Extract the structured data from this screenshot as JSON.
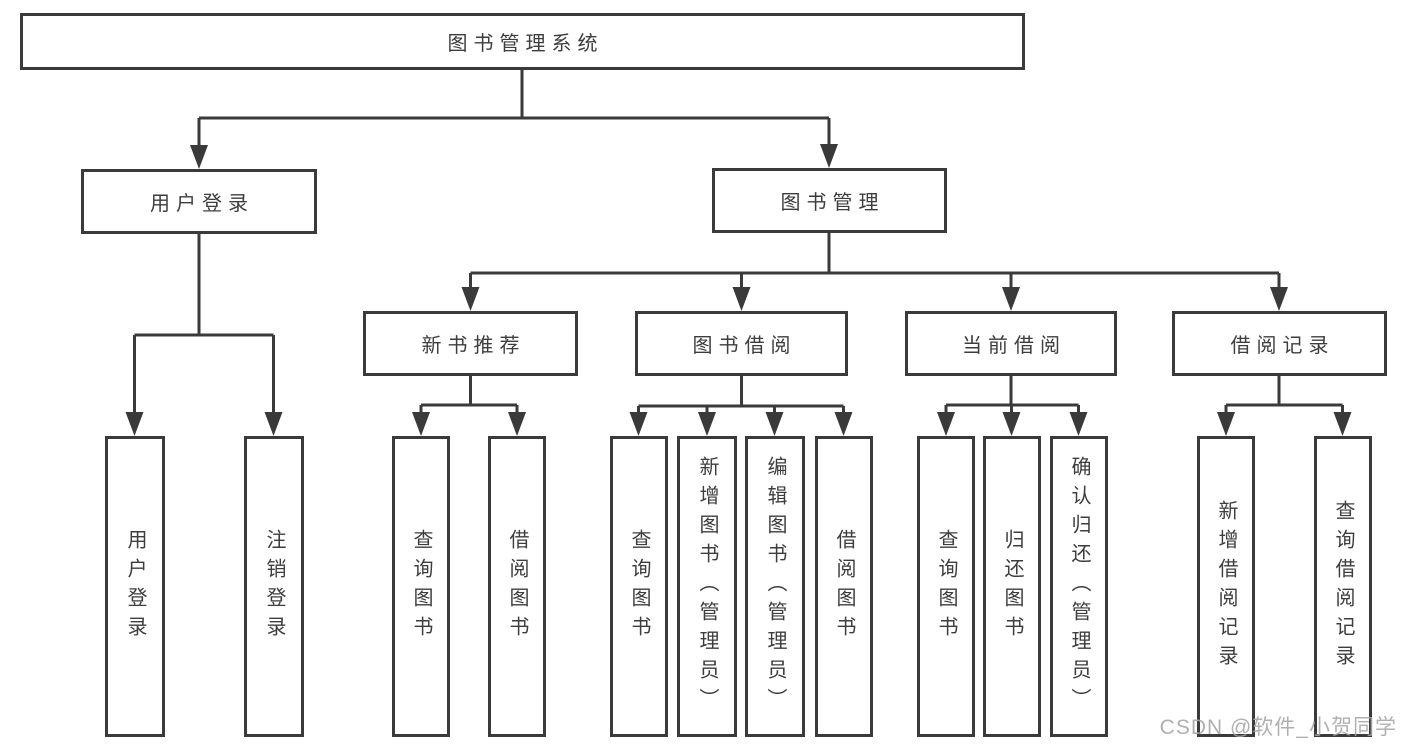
{
  "diagram": {
    "title_note": "functional structure tree of a library management system",
    "root": {
      "label": "图书管理系统"
    },
    "branches": [
      {
        "label": "用户登录",
        "children": [
          {
            "label": "用户登录"
          },
          {
            "label": "注销登录"
          }
        ]
      },
      {
        "label": "图书管理",
        "children": [
          {
            "label": "新书推荐",
            "children": [
              {
                "label": "查询图书"
              },
              {
                "label": "借阅图书"
              }
            ]
          },
          {
            "label": "图书借阅",
            "children": [
              {
                "label": "查询图书"
              },
              {
                "label": "新增图书（管理员）"
              },
              {
                "label": "编辑图书（管理员）"
              },
              {
                "label": "借阅图书"
              }
            ]
          },
          {
            "label": "当前借阅",
            "children": [
              {
                "label": "查询图书"
              },
              {
                "label": "归还图书"
              },
              {
                "label": "确认归还（管理员）"
              }
            ]
          },
          {
            "label": "借阅记录",
            "children": [
              {
                "label": "新增借阅记录"
              },
              {
                "label": "查询借阅记录"
              }
            ]
          }
        ]
      }
    ],
    "watermark": "CSDN @软件_小贺同学",
    "colors": {
      "line": "#3a3a3a",
      "text": "#3d3d3d",
      "background": "#ffffff",
      "watermark": "#a6a6a6"
    }
  }
}
